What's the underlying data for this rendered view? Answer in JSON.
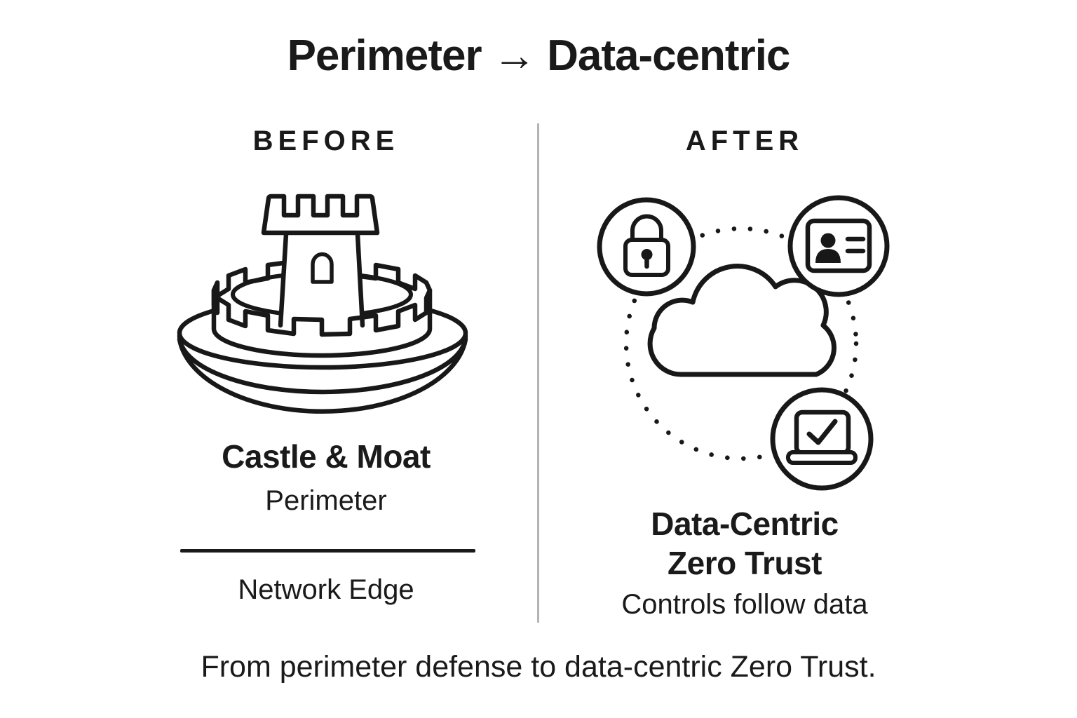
{
  "title": "Perimeter → Data-centric",
  "before": {
    "label": "BEFORE",
    "illustration": "castle-and-moat",
    "heading": "Castle & Moat",
    "subheading": "Perimeter",
    "footnote": "Network Edge"
  },
  "after": {
    "label": "AFTER",
    "illustration": "cloud-with-security-controls",
    "icons": [
      "lock-icon",
      "id-card-icon",
      "laptop-check-icon",
      "cloud-icon",
      "dotted-orbit-circle"
    ],
    "heading_line1": "Data-Centric",
    "heading_line2": "Zero Trust",
    "subheading": "Controls follow data"
  },
  "caption": "From perimeter defense to data-centric Zero Trust.",
  "colors": {
    "ink": "#1a1a1a",
    "stroke": "#181818",
    "divider": "#b3b3b3",
    "background": "#ffffff"
  }
}
